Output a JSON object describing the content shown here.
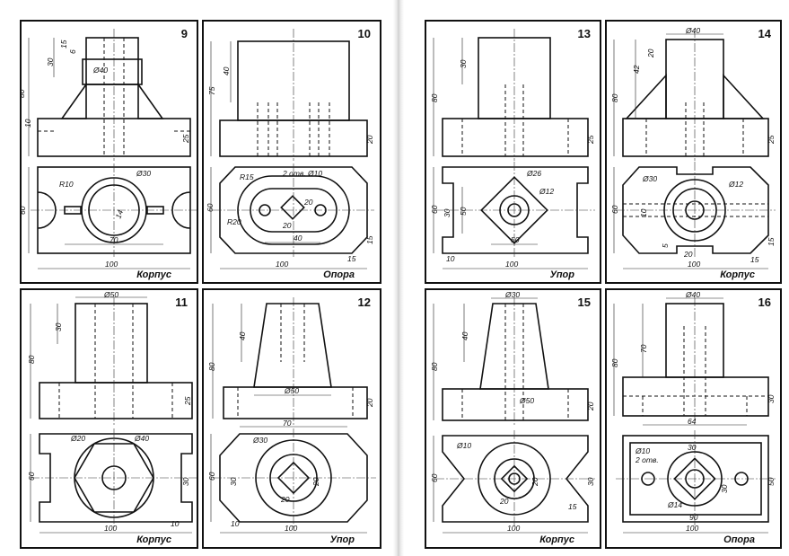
{
  "panels": [
    {
      "number": "9",
      "title": "Корпус",
      "dims": [
        "15",
        "6",
        "30",
        "Ø40",
        "80",
        "10",
        "25",
        "R10",
        "Ø30",
        "14",
        "60",
        "70",
        "100"
      ]
    },
    {
      "number": "10",
      "title": "Опора",
      "dims": [
        "40",
        "75",
        "20",
        "R15",
        "2 отв. Ø10",
        "R20",
        "20",
        "20",
        "40",
        "60",
        "15",
        "15",
        "100"
      ]
    },
    {
      "number": "11",
      "title": "Корпус",
      "dims": [
        "Ø50",
        "30",
        "80",
        "25",
        "Ø20",
        "Ø40",
        "60",
        "30",
        "10",
        "100"
      ]
    },
    {
      "number": "12",
      "title": "Упор",
      "dims": [
        "40",
        "80",
        "Ø50",
        "20",
        "70",
        "Ø30",
        "60",
        "30",
        "20",
        "20",
        "10",
        "100"
      ]
    },
    {
      "number": "13",
      "title": "Упор",
      "dims": [
        "30",
        "80",
        "25",
        "Ø26",
        "Ø12",
        "50",
        "30",
        "60",
        "50",
        "10",
        "100"
      ]
    },
    {
      "number": "14",
      "title": "Корпус",
      "dims": [
        "Ø40",
        "20",
        "42",
        "80",
        "25",
        "Ø30",
        "Ø12",
        "10",
        "60",
        "5",
        "20",
        "15",
        "15",
        "100"
      ]
    },
    {
      "number": "15",
      "title": "Корпус",
      "dims": [
        "Ø30",
        "40",
        "80",
        "Ø50",
        "20",
        "Ø10",
        "60",
        "30",
        "20",
        "20",
        "15",
        "100"
      ]
    },
    {
      "number": "16",
      "title": "Опора",
      "dims": [
        "Ø40",
        "70",
        "80",
        "30",
        "64",
        "Ø10",
        "2 отв.",
        "30",
        "30",
        "Ø14",
        "50",
        "90",
        "100"
      ]
    }
  ]
}
